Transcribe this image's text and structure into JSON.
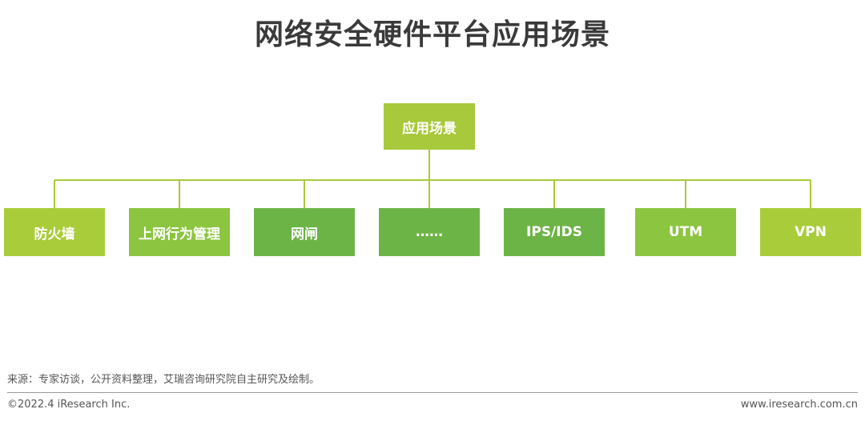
{
  "title": "网络安全硬件平台应用场景",
  "root": {
    "label": "应用场景",
    "color": "#a8c93b"
  },
  "children": [
    {
      "label": "防火墙",
      "color": "#a9cd3a"
    },
    {
      "label": "上网行为管理",
      "color": "#8cc540"
    },
    {
      "label": "网闸",
      "color": "#6db447"
    },
    {
      "label": "……",
      "color": "#6db447"
    },
    {
      "label": "IPS/IDS",
      "color": "#6db447"
    },
    {
      "label": "UTM",
      "color": "#8cc540"
    },
    {
      "label": "VPN",
      "color": "#a9cd3a"
    }
  ],
  "line_color": "#a8c93b",
  "footer": {
    "source": "来源：专家访谈，公开资料整理，艾瑞咨询研究院自主研究及绘制。",
    "copyright": "©2022.4 iResearch Inc.",
    "website": "www.iresearch.com.cn"
  }
}
